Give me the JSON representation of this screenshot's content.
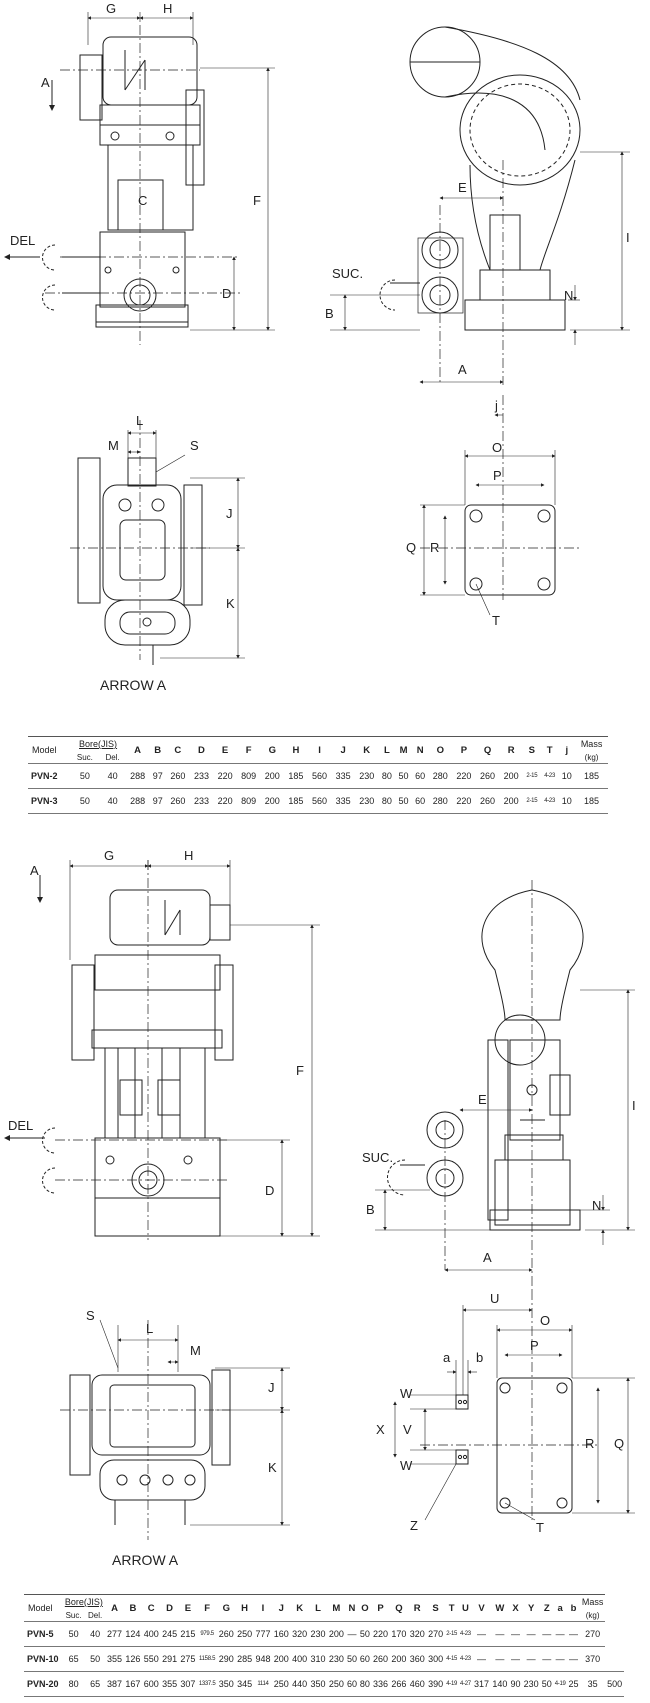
{
  "top_drawing": {
    "labels": {
      "g": "G",
      "h": "H",
      "a_arrow": "A",
      "f": "F",
      "c": "C",
      "del": "DEL",
      "d": "D",
      "e": "E",
      "suc": "SUC.",
      "i": "I",
      "b": "B",
      "n": "N",
      "a": "A"
    },
    "arrow_view": {
      "l": "L",
      "m": "M",
      "s": "S",
      "j": "J",
      "k": "K",
      "caption": "ARROW  A"
    },
    "base": {
      "j": "j",
      "o": "O",
      "p": "P",
      "q": "Q",
      "r": "R",
      "t": "T"
    }
  },
  "table1": {
    "model_header": "Model",
    "bore_header": "Bore(JIS)",
    "suc_header": "Suc.",
    "del_header": "Del.",
    "columns": [
      "A",
      "B",
      "C",
      "D",
      "E",
      "F",
      "G",
      "H",
      "I",
      "J",
      "K",
      "L",
      "M",
      "N",
      "O",
      "P",
      "Q",
      "R",
      "S",
      "T",
      "j"
    ],
    "mass_header": "Mass",
    "mass_unit": "(kg)",
    "rows": [
      {
        "model": "PVN-2",
        "suc": "50",
        "del": "40",
        "cells": [
          "288",
          "97",
          "260",
          "233",
          "220",
          "809",
          "200",
          "185",
          "560",
          "335",
          "230",
          "80",
          "50",
          "60",
          "280",
          "220",
          "260",
          "200",
          "2-15",
          "4-23",
          "10"
        ],
        "mass": "185"
      },
      {
        "model": "PVN-3",
        "suc": "50",
        "del": "40",
        "cells": [
          "288",
          "97",
          "260",
          "233",
          "220",
          "809",
          "200",
          "185",
          "560",
          "335",
          "230",
          "80",
          "50",
          "60",
          "280",
          "220",
          "260",
          "200",
          "2-15",
          "4-23",
          "10"
        ],
        "mass": "185"
      }
    ]
  },
  "bottom_drawing": {
    "labels": {
      "g": "G",
      "h": "H",
      "a_arrow": "A",
      "f": "F",
      "del": "DEL",
      "d": "D",
      "e": "E",
      "suc": "SUC.",
      "i": "I",
      "b": "B",
      "n": "N",
      "a": "A"
    },
    "arrow_view": {
      "s": "S",
      "l": "L",
      "m": "M",
      "j": "J",
      "k": "K",
      "caption": "ARROW  A"
    },
    "base": {
      "u": "U",
      "o": "O",
      "a": "a",
      "b": "b",
      "p": "P",
      "w1": "W",
      "x": "X",
      "v": "V",
      "w2": "W",
      "r": "R",
      "q": "Q",
      "z": "Z",
      "t": "T"
    }
  },
  "table2": {
    "model_header": "Model",
    "bore_header": "Bore(JIS)",
    "suc_header": "Suc.",
    "del_header": "Del.",
    "columns": [
      "A",
      "B",
      "C",
      "D",
      "E",
      "F",
      "G",
      "H",
      "I",
      "J",
      "K",
      "L",
      "M",
      "N",
      "O",
      "P",
      "Q",
      "R",
      "S",
      "T",
      "U",
      "V",
      "W",
      "X",
      "Y",
      "Z",
      "a",
      "b"
    ],
    "mass_header": "Mass",
    "mass_unit": "(kg)",
    "rows": [
      {
        "model": "PVN-5",
        "suc": "50",
        "del": "40",
        "cells": [
          "277",
          "124",
          "400",
          "245",
          "215",
          "979.5",
          "260",
          "250",
          "777",
          "160",
          "320",
          "230",
          "200",
          "—",
          "50",
          "220",
          "170",
          "320",
          "270",
          "2-15",
          "4-23",
          "—",
          "—",
          "—",
          "—",
          "—",
          "—",
          "—"
        ],
        "mass": "270"
      },
      {
        "model": "PVN-10",
        "suc": "65",
        "del": "50",
        "cells": [
          "355",
          "126",
          "550",
          "291",
          "275",
          "1158.5",
          "290",
          "285",
          "948",
          "200",
          "400",
          "310",
          "230",
          "50",
          "60",
          "260",
          "200",
          "360",
          "300",
          "4-15",
          "4-23",
          "—",
          "—",
          "—",
          "—",
          "—",
          "—",
          "—"
        ],
        "mass": "370"
      },
      {
        "model": "PVN-20",
        "suc": "80",
        "del": "65",
        "cells": [
          "387",
          "167",
          "600",
          "355",
          "307",
          "1337.5",
          "350",
          "345",
          "1114",
          "250",
          "440",
          "350",
          "250",
          "60",
          "80",
          "336",
          "266",
          "460",
          "390",
          "4-19",
          "4-27",
          "317",
          "140",
          "90",
          "230",
          "50",
          "4-19",
          "25",
          "35"
        ],
        "mass": "500"
      }
    ]
  }
}
